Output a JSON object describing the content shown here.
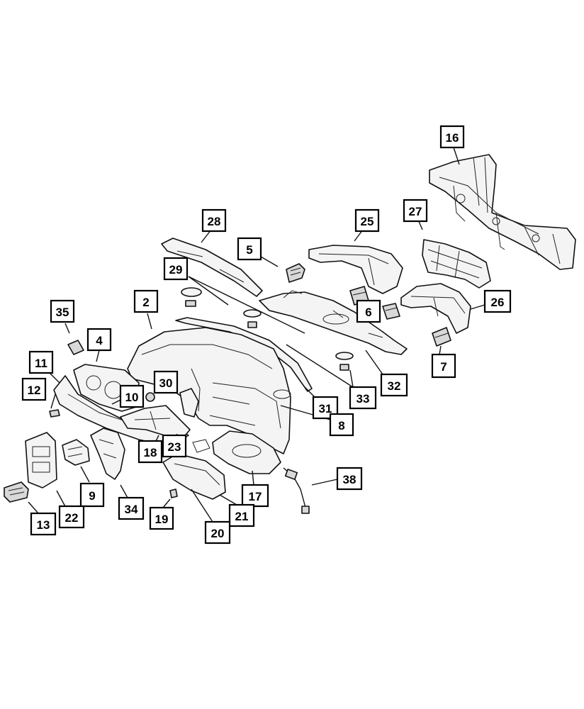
{
  "callouts": [
    {
      "id": "c16",
      "label": "16"
    },
    {
      "id": "c27",
      "label": "27"
    },
    {
      "id": "c28",
      "label": "28"
    },
    {
      "id": "c25",
      "label": "25"
    },
    {
      "id": "c5",
      "label": "5"
    },
    {
      "id": "c29",
      "label": "29"
    },
    {
      "id": "c2",
      "label": "2"
    },
    {
      "id": "c35",
      "label": "35"
    },
    {
      "id": "c6",
      "label": "6"
    },
    {
      "id": "c26",
      "label": "26"
    },
    {
      "id": "c4",
      "label": "4"
    },
    {
      "id": "c11",
      "label": "11"
    },
    {
      "id": "c30",
      "label": "30"
    },
    {
      "id": "c7",
      "label": "7"
    },
    {
      "id": "c32",
      "label": "32"
    },
    {
      "id": "c12",
      "label": "12"
    },
    {
      "id": "c10",
      "label": "10"
    },
    {
      "id": "c33",
      "label": "33"
    },
    {
      "id": "c31",
      "label": "31"
    },
    {
      "id": "c8",
      "label": "8"
    },
    {
      "id": "c18",
      "label": "18"
    },
    {
      "id": "c23",
      "label": "23"
    },
    {
      "id": "c38",
      "label": "38"
    },
    {
      "id": "c9",
      "label": "9"
    },
    {
      "id": "c17",
      "label": "17"
    },
    {
      "id": "c34",
      "label": "34"
    },
    {
      "id": "c22",
      "label": "22"
    },
    {
      "id": "c19",
      "label": "19"
    },
    {
      "id": "c21",
      "label": "21"
    },
    {
      "id": "c13",
      "label": "13"
    },
    {
      "id": "c20",
      "label": "20"
    }
  ]
}
